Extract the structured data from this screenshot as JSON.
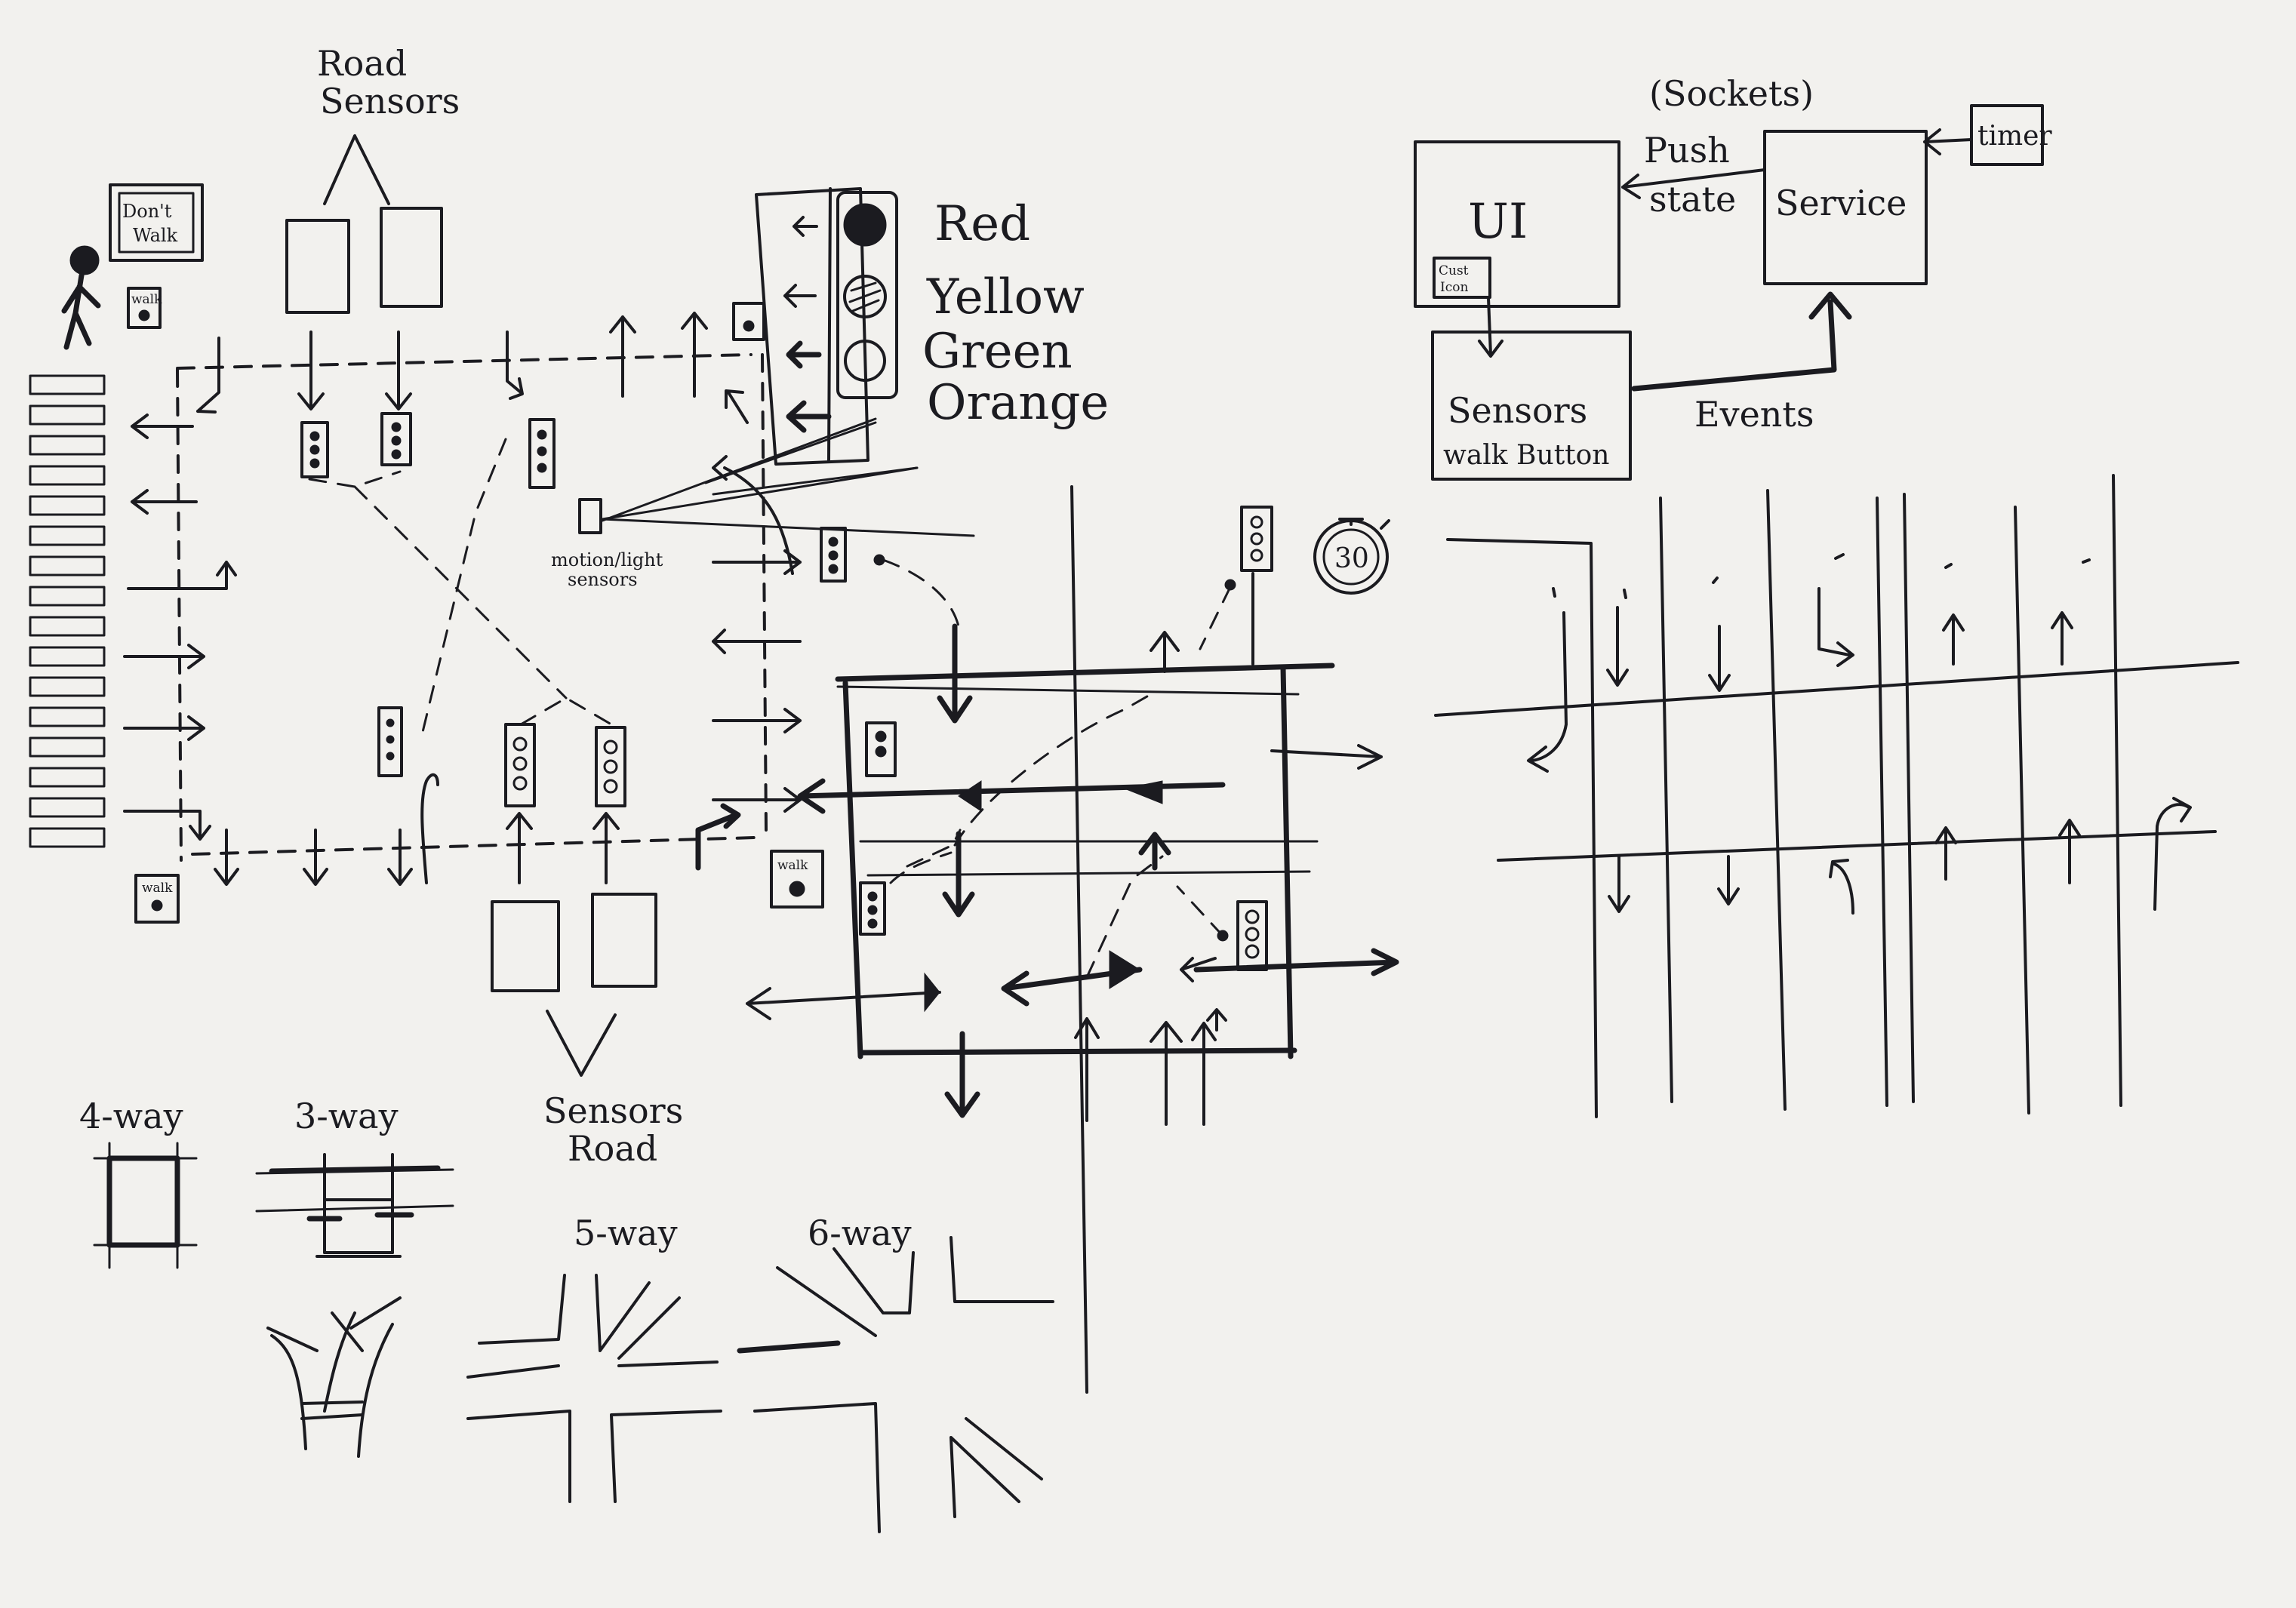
{
  "labels": {
    "road_sensors_top": [
      "Road",
      "Sensors"
    ],
    "sensors_road_bottom": [
      "Sensors",
      "Road"
    ],
    "dont_walk": [
      "Don't",
      "Walk"
    ],
    "walk": "walk",
    "motion_light": [
      "motion/light",
      "sensors"
    ],
    "light_red": "Red",
    "light_yellow": "Yellow",
    "light_green": "Green",
    "light_orange": "Orange",
    "timer_30": "30",
    "four_way": "4-way",
    "three_way": "3-way",
    "five_way": "5-way",
    "six_way": "6-way"
  },
  "architecture": {
    "sockets": "(Sockets)",
    "ui": "UI",
    "ui_sub": [
      "Cust",
      "Icon"
    ],
    "service": "Service",
    "timer": "timer",
    "push": "Push",
    "state": "state",
    "sensors": "Sensors",
    "walk_button": "walk Button",
    "events": "Events"
  }
}
